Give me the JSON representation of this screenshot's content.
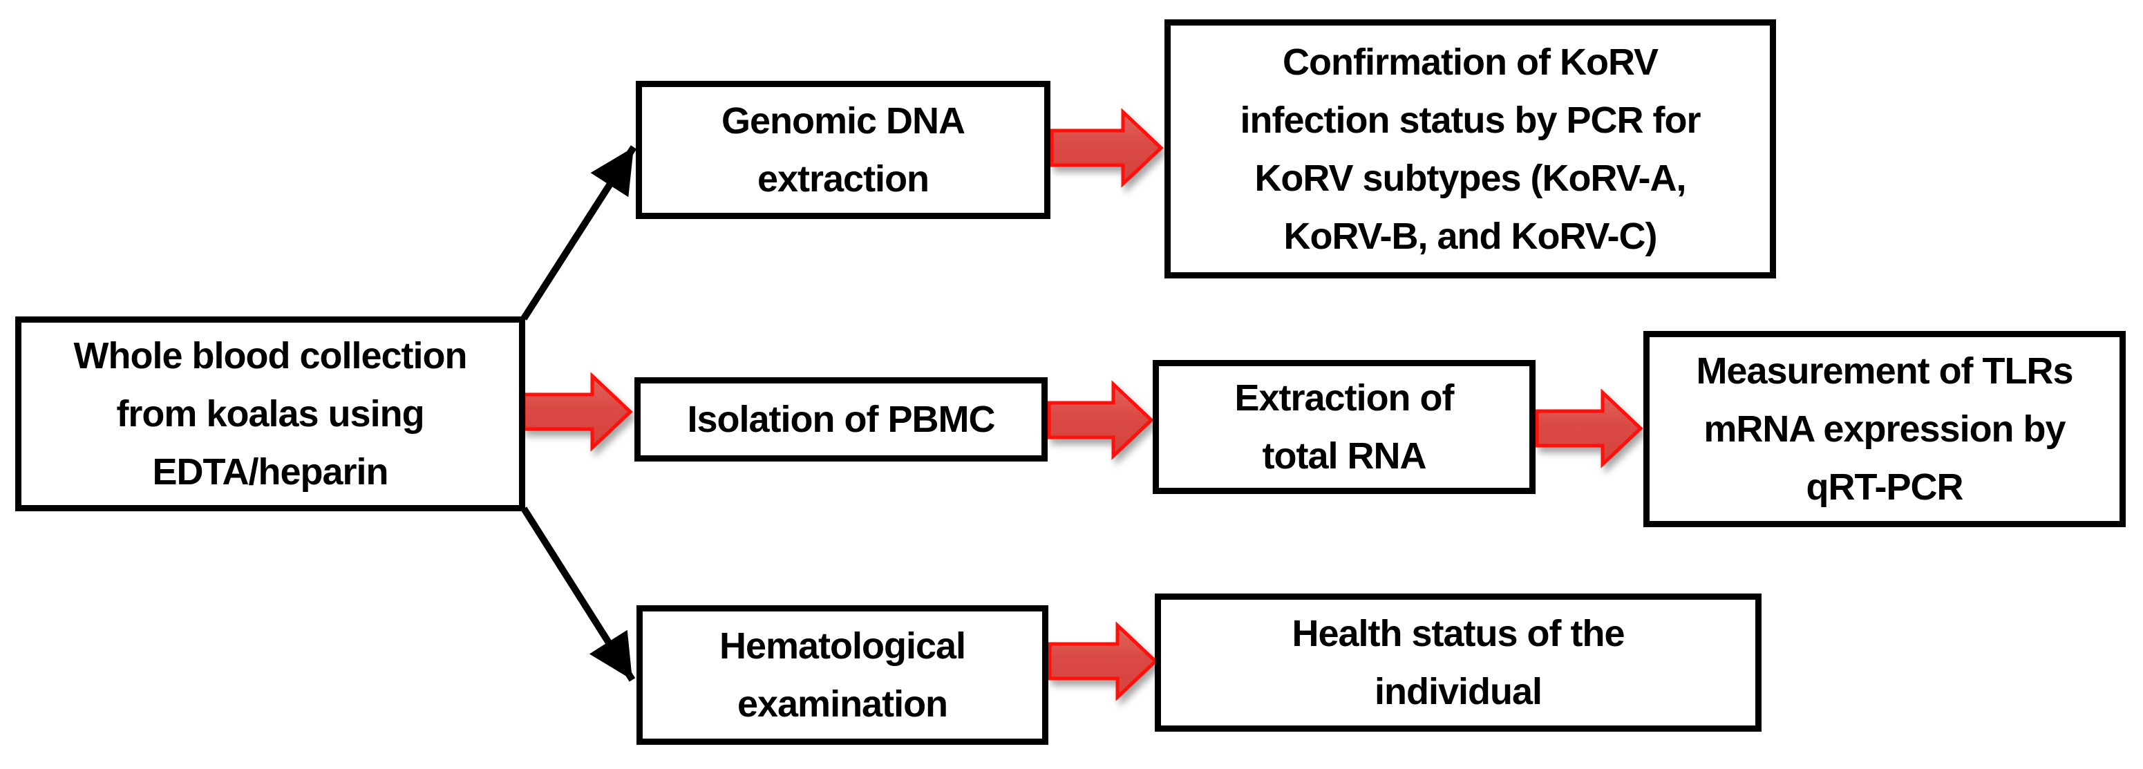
{
  "figure": {
    "type": "flowchart",
    "background": "#ffffff",
    "colors": {
      "box_border": "#000000",
      "box_fill": "#ffffff",
      "text": "#000000",
      "block_arrow_fill": "#db4b45",
      "block_arrow_stroke": "#ff100b",
      "line_arrow": "#000000"
    },
    "nodes": {
      "whole_blood": {
        "label": "Whole blood collection\nfrom koalas using\nEDTA/heparin"
      },
      "genomic_dna": {
        "label": "Genomic DNA\nextraction"
      },
      "confirmation": {
        "label": "Confirmation of KoRV\ninfection status by PCR for\nKoRV subtypes (KoRV-A,\nKoRV-B, and KoRV-C)"
      },
      "pbmc": {
        "label": "Isolation of PBMC"
      },
      "rna": {
        "label": "Extraction of\ntotal RNA"
      },
      "tlr": {
        "label": "Measurement of TLRs\nmRNA expression by\nqRT-PCR"
      },
      "hematology": {
        "label": "Hematological\nexamination"
      },
      "health": {
        "label": "Health status of the\nindividual"
      }
    },
    "edges": [
      {
        "from": "whole_blood",
        "to": "genomic_dna",
        "style": "black-line-arrow"
      },
      {
        "from": "whole_blood",
        "to": "pbmc",
        "style": "red-block-arrow"
      },
      {
        "from": "whole_blood",
        "to": "hematology",
        "style": "black-line-arrow"
      },
      {
        "from": "genomic_dna",
        "to": "confirmation",
        "style": "red-block-arrow"
      },
      {
        "from": "pbmc",
        "to": "rna",
        "style": "red-block-arrow"
      },
      {
        "from": "rna",
        "to": "tlr",
        "style": "red-block-arrow"
      },
      {
        "from": "hematology",
        "to": "health",
        "style": "red-block-arrow"
      }
    ]
  }
}
